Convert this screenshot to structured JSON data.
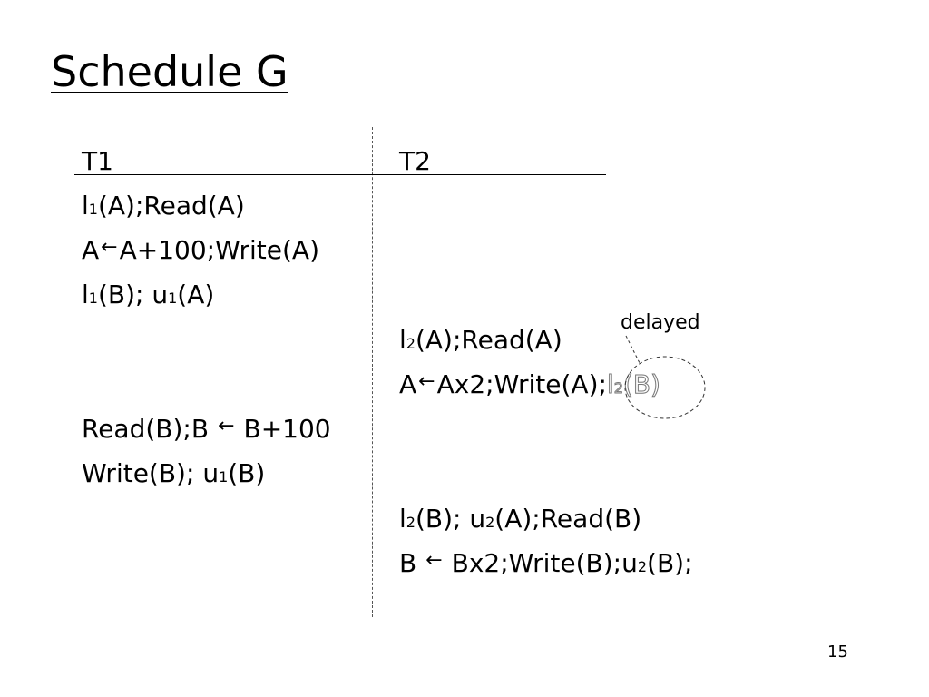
{
  "slide": {
    "title": "Schedule G",
    "page_number": "15"
  },
  "headers": {
    "t1": "T1",
    "t2": "T2"
  },
  "t1_rows": {
    "r1": {
      "op": "l",
      "sub": "1",
      "rest": "(A);Read(A)"
    },
    "r2": {
      "a": "A",
      "arrow": "←",
      "b": "A+100;Write(A)"
    },
    "r3": {
      "op": "l",
      "sub": "1",
      "mid": "(B); u",
      "sub2": "1",
      "rest": "(A)"
    },
    "r4": {
      "a": "Read(B);B",
      "arrow": "←",
      "b": "B+100"
    },
    "r5": {
      "a": "Write(B); u",
      "sub": "1",
      "rest": "(B)"
    }
  },
  "t2_rows": {
    "r1": {
      "op": "l",
      "sub": "2",
      "rest": "(A);Read(A)"
    },
    "r2": {
      "a": "A",
      "arrow": "←",
      "b": "Ax2;Write(A);",
      "ghost_op": "l",
      "ghost_sub": "2",
      "ghost_rest": "(B)"
    },
    "r3": {
      "op": "l",
      "sub": "2",
      "mid": "(B); u",
      "sub2": "2",
      "rest": "(A);Read(B)"
    },
    "r4": {
      "a": "B",
      "arrow": "←",
      "b": "Bx2;Write(B);u",
      "sub": "2",
      "rest": "(B);"
    }
  },
  "annotation": {
    "label": "delayed"
  }
}
